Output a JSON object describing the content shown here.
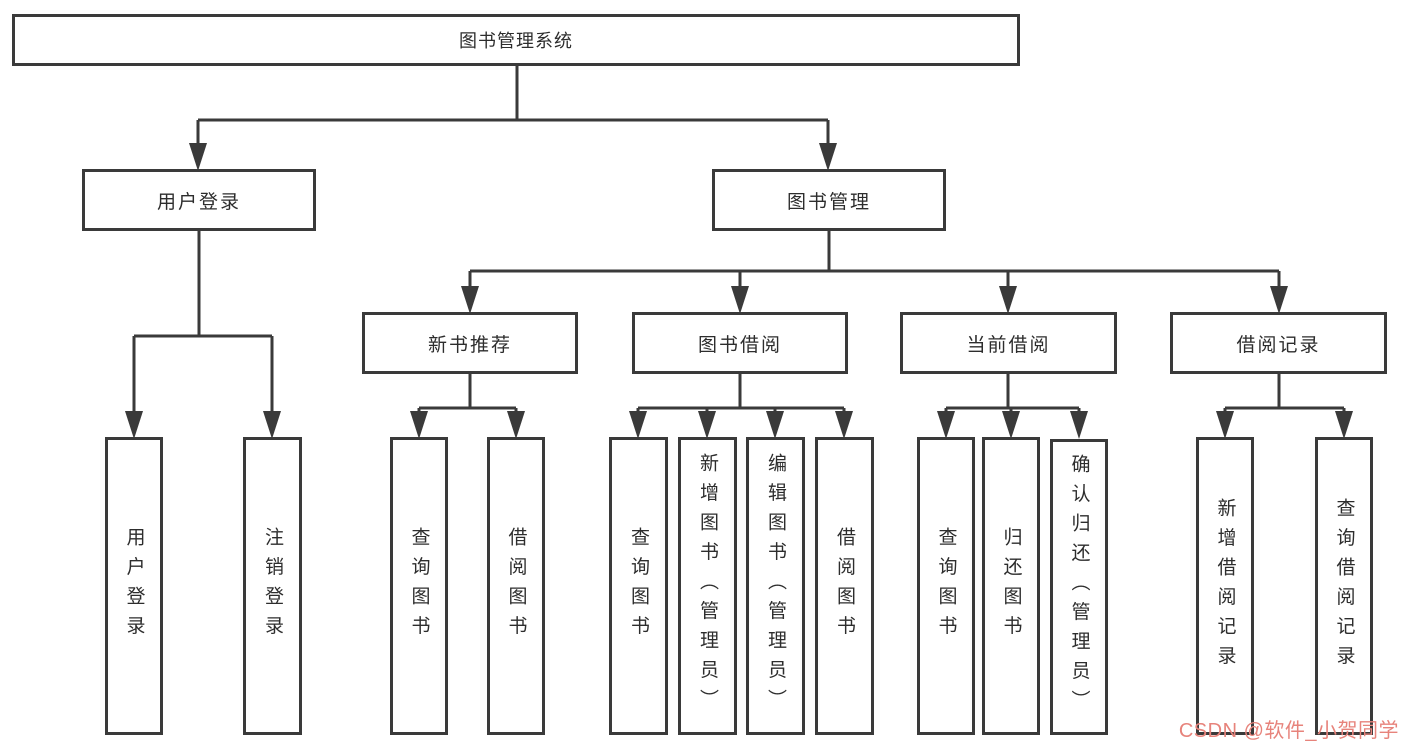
{
  "diagram": {
    "root": {
      "label": "图书管理系统"
    },
    "branches": [
      {
        "label": "用户登录",
        "children": [
          {
            "label": "用户登录"
          },
          {
            "label": "注销登录"
          }
        ]
      },
      {
        "label": "图书管理",
        "children": [
          {
            "label": "新书推荐",
            "children": [
              {
                "label": "查询图书"
              },
              {
                "label": "借阅图书"
              }
            ]
          },
          {
            "label": "图书借阅",
            "children": [
              {
                "label": "查询图书"
              },
              {
                "label": "新增图书（管理员）"
              },
              {
                "label": "编辑图书（管理员）"
              },
              {
                "label": "借阅图书"
              }
            ]
          },
          {
            "label": "当前借阅",
            "children": [
              {
                "label": "查询图书"
              },
              {
                "label": "归还图书"
              },
              {
                "label": "确认归还（管理员）"
              }
            ]
          },
          {
            "label": "借阅记录",
            "children": [
              {
                "label": "新增借阅记录"
              },
              {
                "label": "查询借阅记录"
              }
            ]
          }
        ]
      }
    ]
  },
  "watermark": {
    "text": "CSDN @软件_小贺同学",
    "color": "#e7837b"
  },
  "colors": {
    "line": "#3a3a3a",
    "text": "#2d2d2d",
    "background": "#ffffff"
  }
}
